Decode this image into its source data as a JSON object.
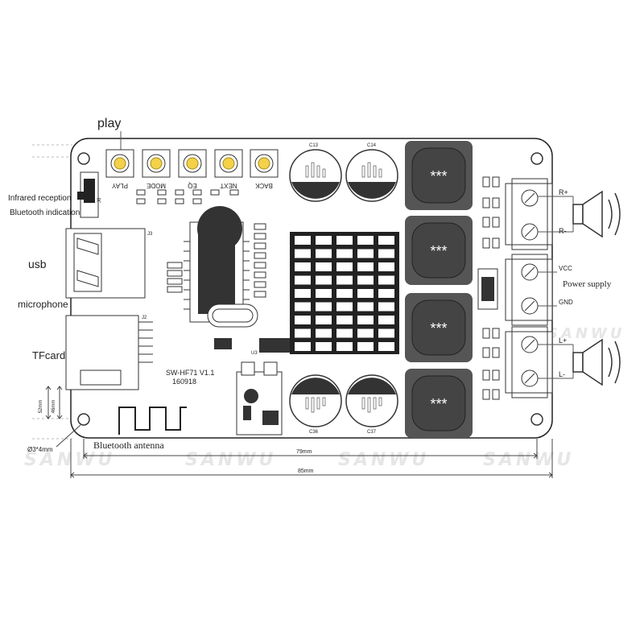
{
  "callouts": {
    "play": "play",
    "infrared": "Infrared reception",
    "bluetooth_indicator": "Bluetooth indication",
    "usb": "usb",
    "microphone": "microphone",
    "tfcard": "TFcard",
    "bluetooth_antenna": "Bluetooth antenna",
    "power_supply": "Power supply"
  },
  "buttons": [
    "PLAY",
    "MODE",
    "EQ",
    "NEXT",
    "BACK"
  ],
  "board": {
    "model": "SW-HF71  V1.1",
    "date": "160918"
  },
  "terminals": {
    "r_plus": "R+",
    "r_minus": "R-",
    "vcc": "VCC",
    "gnd": "GND",
    "l_plus": "L+",
    "l_minus": "L-"
  },
  "inductor_marking": "***",
  "capacitors": [
    "C13",
    "C14",
    "C36",
    "C37"
  ],
  "connectors": {
    "j6": "J6",
    "j3": "J3",
    "j2": "J2",
    "u3": "U3"
  },
  "dimensions": {
    "inner_width": "79mm",
    "outer_width": "85mm",
    "height_outer": "52mm",
    "height_inner": "46mm",
    "hole": "Ø3*4mm"
  },
  "watermark": "SANWU"
}
